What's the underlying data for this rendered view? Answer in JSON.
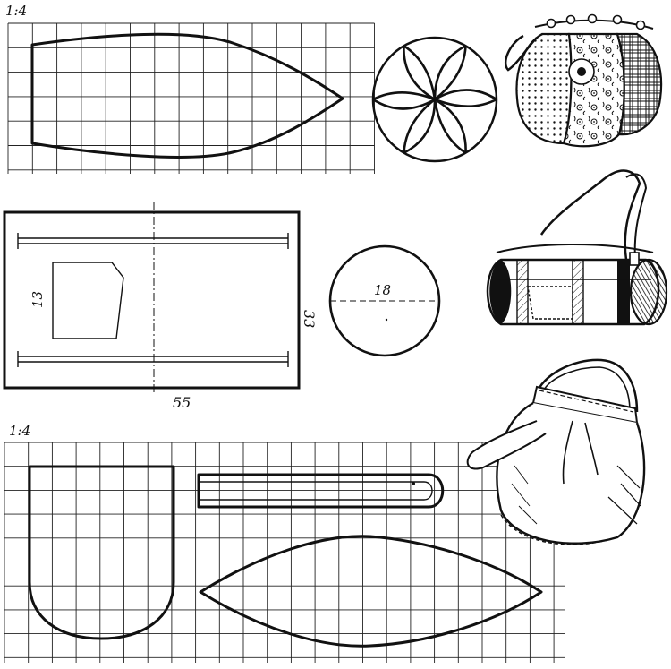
{
  "top_scale": "1:4",
  "rect_pattern": {
    "dim_width": "55",
    "dim_height": "33",
    "pocket_dim": "13"
  },
  "circle_pattern": {
    "diameter": "18"
  },
  "bottom_scale": "1:4",
  "colors": {
    "ink": "#111111",
    "paper": "#ffffff"
  }
}
